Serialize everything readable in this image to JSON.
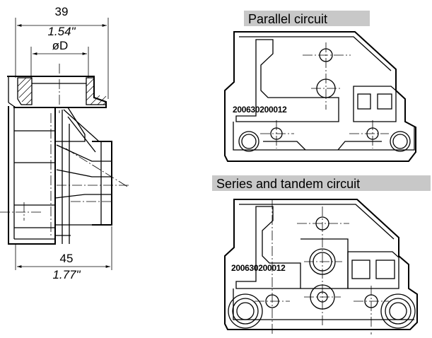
{
  "left_view": {
    "top_width_mm": "39",
    "top_width_in": "1.54\"",
    "bore_label": "øD",
    "bottom_width_mm": "45",
    "bottom_width_in": "1.77\""
  },
  "parallel": {
    "header": "Parallel circuit",
    "part_number": "200630200012"
  },
  "series": {
    "header": "Series and tandem circuit",
    "part_number": "200630200012"
  }
}
